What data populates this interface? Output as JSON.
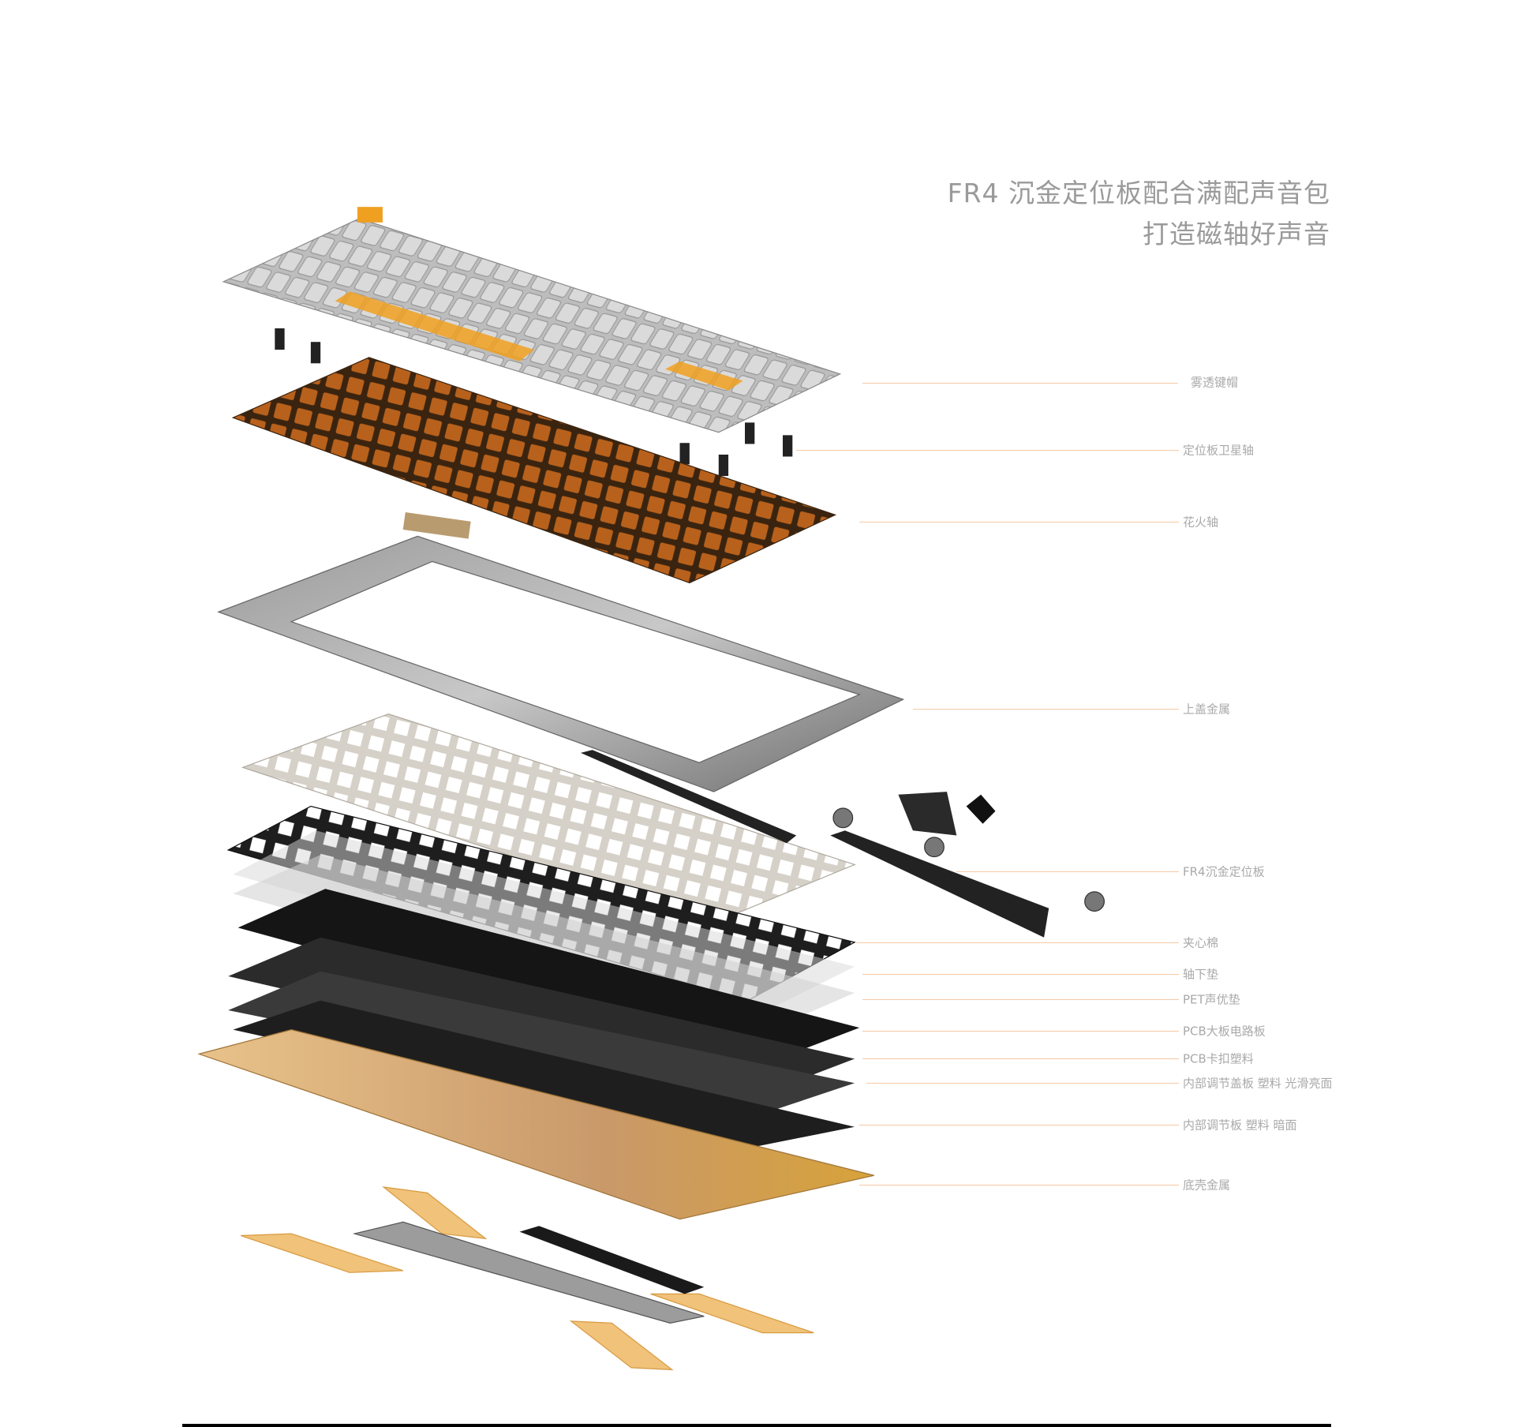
{
  "headline": {
    "line1": "FR4 沉金定位板配合满配声音包",
    "line2": "打造磁轴好声音"
  },
  "labels": [
    "雾透键帽",
    "定位板卫星轴",
    "花火轴",
    "上盖金属",
    "FR4沉金定位板",
    "夹心棉",
    "轴下垫",
    "PET声优垫",
    "PCB大板电路板",
    "PCB卡扣塑料",
    "内部调节盖板 塑料 光滑亮面",
    "内部调节板 塑料 暗面",
    "底壳金属"
  ],
  "colors": {
    "leader_line": "#f6c9a4",
    "text": "#a9a9a9",
    "accent_orange": "#f0a020",
    "gold": "#d9a55c"
  }
}
